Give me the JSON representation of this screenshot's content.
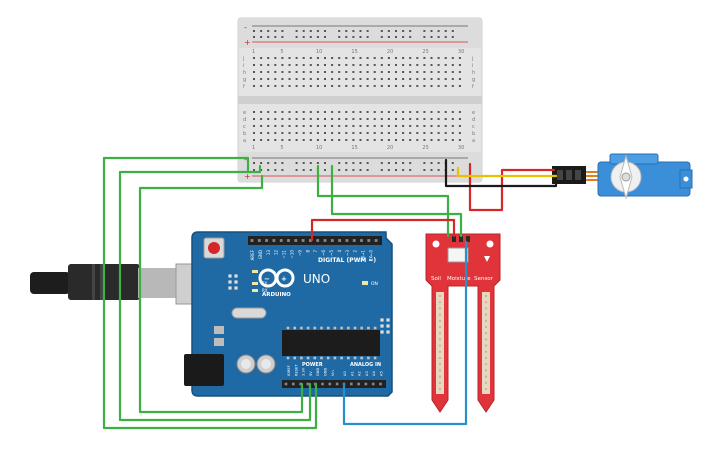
{
  "breadboard": {
    "top_numbers": [
      "1",
      "5",
      "10",
      "15",
      "20",
      "25",
      "30"
    ],
    "bottom_numbers": [
      "1",
      "5",
      "10",
      "15",
      "20",
      "25",
      "30"
    ],
    "rows_top": [
      "j",
      "i",
      "h",
      "g",
      "f"
    ],
    "rows_bottom": [
      "e",
      "d",
      "c",
      "b",
      "a"
    ],
    "plus_label": "+",
    "minus_label": "-"
  },
  "arduino": {
    "brand": "ARDUINO",
    "model": "UNO",
    "digital_header_label": "DIGITAL (PWM ~)",
    "power_label": "POWER",
    "analog_label": "ANALOG IN",
    "on_label": "ON",
    "led_l": "L",
    "led_tx": "TX",
    "led_rx": "RX",
    "digital_pins": [
      "AREF",
      "GND",
      "13",
      "12",
      "~11",
      "~10",
      "~9",
      "8",
      "7",
      "~6",
      "~5",
      "4",
      "~3",
      "2",
      "TX→1",
      "RX←0"
    ],
    "power_pins": [
      "IOREF",
      "RESET",
      "3.3V",
      "5V",
      "GND",
      "GND",
      "Vin"
    ],
    "analog_pins": [
      "A0",
      "A1",
      "A2",
      "A3",
      "A4",
      "A5"
    ]
  },
  "sensor": {
    "label_1": "Soil",
    "label_2": "Moisture",
    "label_3": "Sensor"
  },
  "colors": {
    "board_blue": "#1f6aa5",
    "breadboard": "#e4e4e4",
    "wire_green": "#3cb043",
    "wire_red": "#d62728",
    "wire_black": "#1a1a1a",
    "wire_blue": "#2a8fc9",
    "wire_yellow": "#e8c200",
    "sensor_red": "#e0343a",
    "servo_blue": "#3b8fd8"
  }
}
